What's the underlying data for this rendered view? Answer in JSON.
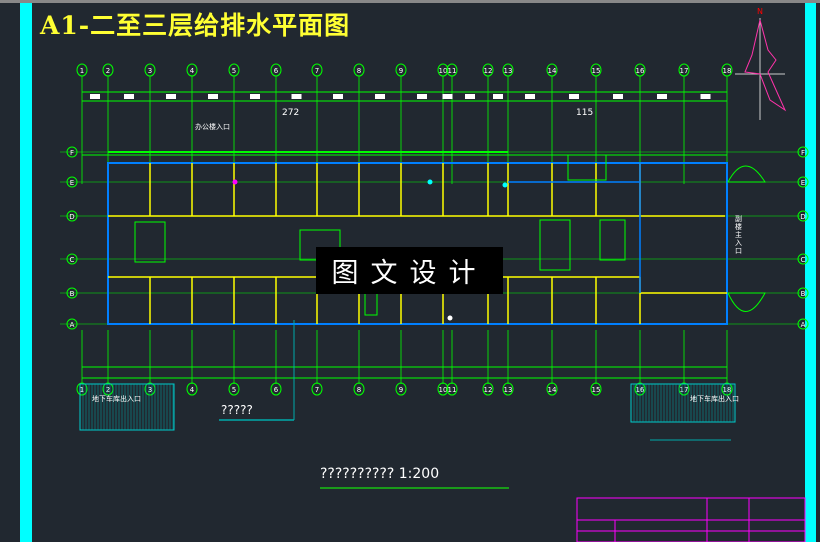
{
  "drawing": {
    "title": "A1-二至三层给排水平面图",
    "watermark": "图文设计",
    "scale_caption": "?????????? 1:200",
    "detail_caption": "?????",
    "dim_left": "272",
    "dim_right": "115",
    "north": "N",
    "labels": {
      "office_entrance": "办公楼入口",
      "annex_entrance": "副楼主入口",
      "garage_left": "地下车库出入口",
      "garage_right": "地下车库出入口"
    },
    "column_axes": [
      "1",
      "2",
      "3",
      "4",
      "5",
      "6",
      "7",
      "8",
      "9",
      "10",
      "11",
      "12",
      "13",
      "14",
      "15",
      "16",
      "17",
      "18"
    ],
    "row_axes": [
      "F",
      "E",
      "D",
      "C",
      "B",
      "A"
    ]
  },
  "colors": {
    "background": "#212830",
    "border": "#00ffff",
    "axis": "#00ff00",
    "wall": "#ffff00",
    "exterior": "#0080ff",
    "title": "#ffff33",
    "titleblock": "#ff00ff"
  }
}
